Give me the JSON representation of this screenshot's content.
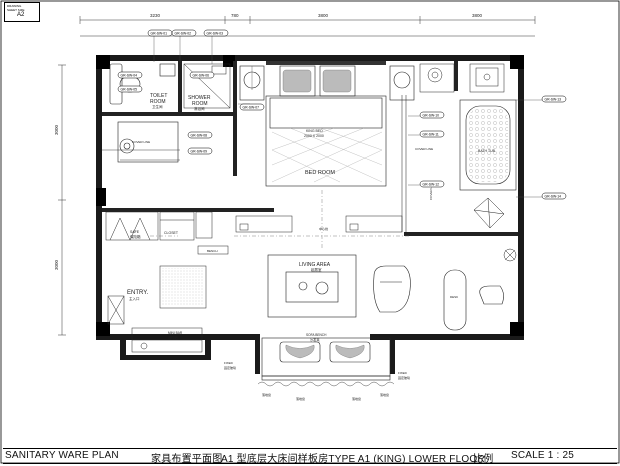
{
  "sheet_tag": {
    "line1": "DRAWING",
    "line2": "SHEET SIZE",
    "code": "A2"
  },
  "title_block": {
    "title_en": "SANITARY WARE PLAN",
    "title_cn": "家具布置平面图",
    "room_type": "A1 型底层大床间样板房TYPE A1 (KING) LOWER FLOOR",
    "scale_cn": "比例",
    "scale": "SCALE 1 : 25"
  },
  "dimensions": {
    "top": [
      "3230",
      "780",
      "3800",
      "3800"
    ],
    "left": [
      "3000",
      "3000"
    ]
  },
  "rooms": {
    "toilet_en": "TOILET",
    "toilet_en2": "ROOM",
    "toilet_cn": "卫生间",
    "shower_en": "SHOWER",
    "shower_en2": "ROOM",
    "shower_cn": "淋浴间",
    "bedroom": "BED ROOM",
    "king_bed": "KING BED",
    "king_bed_size": "2000 X 2000",
    "living_en": "LIVING AREA",
    "living_cn": "起居室",
    "entry_en": "ENTRY.",
    "entry_cn": "主入口",
    "bath_tub": "BATH TUB",
    "sofa_en": "SOFA BENCH",
    "sofa_cn": "沙发凳",
    "bench_en": "BENCH",
    "bench_cn": "长凳",
    "desk_en": "DESK",
    "desk_cn": "书桌",
    "mini_bar_en": "MINI BAR",
    "mini_bar_cn": "迷你吧",
    "safe_en": "SAFE",
    "safe_cn": "保险箱",
    "closet": "CLOSET",
    "fixed_en": "FIXED",
    "fixed_cn": "固定玻璃",
    "cover_line": "COVER LINE",
    "cover_line_cn": "中心线",
    "center_line": "中心线",
    "window_cn": "落地窗"
  },
  "tags": [
    "GR-SW-01",
    "GR-SW-02",
    "GR-SW-03",
    "GR-SW-04",
    "GR-SW-05",
    "GR-SW-06",
    "GR-SW-07",
    "GR-SW-08",
    "GR-SW-09",
    "GR-SW-10",
    "GR-SW-11",
    "GR-SW-12",
    "GR-SW-13",
    "GR-SW-14"
  ]
}
